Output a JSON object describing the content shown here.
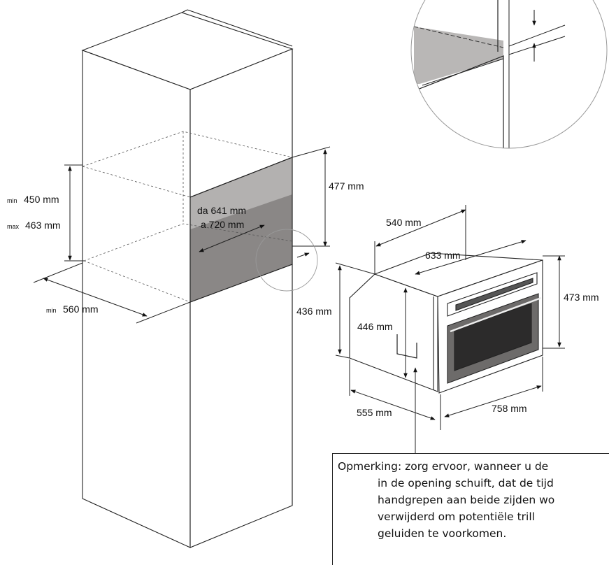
{
  "labels": {
    "min_height": {
      "prefix": "min",
      "value": "450 mm"
    },
    "max_height": {
      "prefix": "max",
      "value": "463 mm"
    },
    "min_width": {
      "prefix": "min",
      "value": "560 mm"
    },
    "depth_range_1": "da 641 mm",
    "depth_range_2": "a 720 mm",
    "opening_height": "477 mm",
    "oven_depth": "540 mm",
    "oven_top_width": "633 mm",
    "oven_front_height": "473 mm",
    "oven_side_height": "436 mm",
    "oven_body_height": "446 mm",
    "oven_side_depth": "555 mm",
    "oven_front_width": "758 mm"
  },
  "note": {
    "line1": "Opmerking: zorg ervoor, wanneer u de",
    "line2": "in de opening schuift, dat de tijd",
    "line3": "handgrepen aan beide zijden wo",
    "line4": "verwijderd   om   potentiële   trill",
    "line5": "geluiden te voorkomen."
  }
}
